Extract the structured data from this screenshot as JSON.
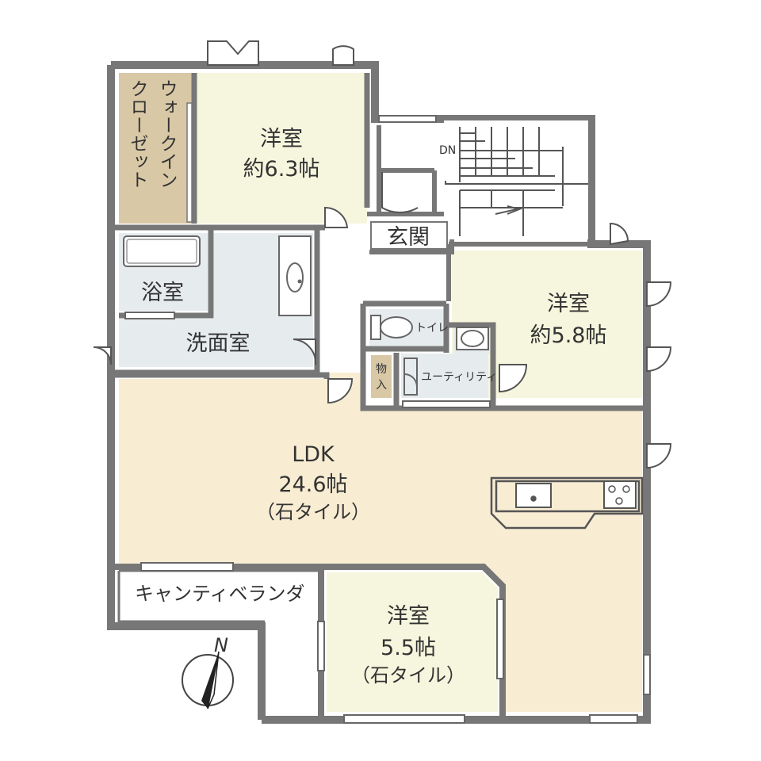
{
  "rooms": {
    "walk_in_closet": {
      "line1": "ウォークイン",
      "line2": "クローゼット"
    },
    "western_room_1": {
      "name": "洋室",
      "size": "約6.3帖"
    },
    "western_room_2": {
      "name": "洋室",
      "size": "約5.8帖"
    },
    "western_room_3": {
      "name": "洋室",
      "size": "5.5帖",
      "note": "（石タイル）"
    },
    "entrance": {
      "name": "玄関"
    },
    "bathroom": {
      "name": "浴室"
    },
    "washroom": {
      "name": "洗面室"
    },
    "toilet": {
      "name": "トイレ"
    },
    "utility": {
      "name": "ユーティリティ"
    },
    "storage": {
      "line1": "物",
      "line2": "入"
    },
    "ldk": {
      "name": "LDK",
      "size": "24.6帖",
      "note": "（石タイル）"
    },
    "veranda": {
      "name": "キャンティベランダ"
    }
  },
  "stairs": {
    "direction": "DN"
  },
  "compass": {
    "north": "N"
  },
  "colors": {
    "wall": "#777777",
    "closet": "#d8c8a6",
    "bedroom": "#f6f6de",
    "wet_area": "#e6ebee",
    "living": "#f8edd3",
    "corridor": "#ffffff"
  }
}
